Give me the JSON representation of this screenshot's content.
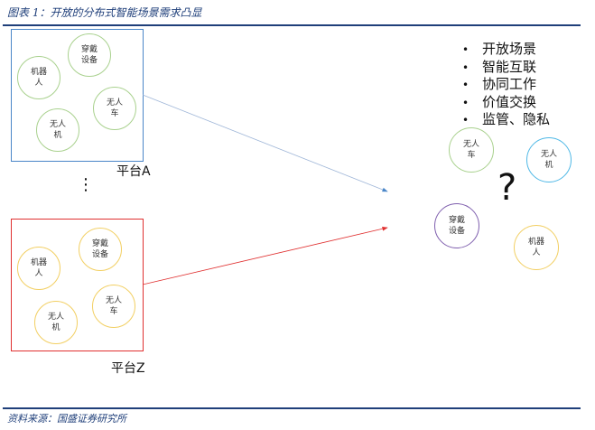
{
  "title": "图表 1：开放的分布式智能场景需求凸显",
  "platform_a": {
    "label": "平台A",
    "devices": [
      "穿戴\n设备",
      "机器人",
      "无人车",
      "无人机"
    ]
  },
  "platform_z": {
    "label": "平台Z",
    "devices": [
      "穿戴设备",
      "机器人",
      "无人车",
      "无人机"
    ]
  },
  "ellipsis": "⋮",
  "bullets": [
    "开放场景",
    "智能互联",
    "协同工作",
    "价值交换",
    "监管、隐私"
  ],
  "right_devices": [
    "无人车",
    "无人机",
    "穿戴设备",
    "机器人"
  ],
  "question": "?",
  "source": "资料来源：国盛证券研究所",
  "colors": {
    "blue": "#4a86c8",
    "red": "#e03030",
    "green": "#a9d18e",
    "yellow": "#f2cf62",
    "purple": "#7f5fae",
    "cyan": "#4fb8e6"
  }
}
